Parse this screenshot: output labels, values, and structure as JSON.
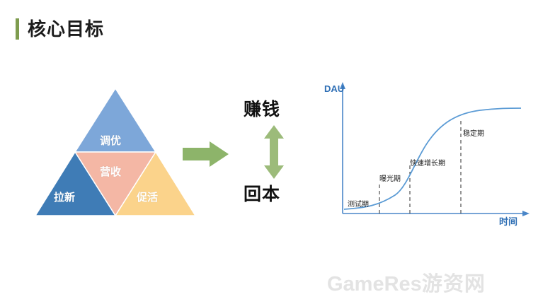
{
  "slide": {
    "title": "核心目标",
    "accent_color": "#7e9c4f"
  },
  "triangle": {
    "labels": {
      "top": "调优",
      "middle": "营收",
      "bottom_left": "拉新",
      "bottom_right": "促活"
    },
    "colors": {
      "top": "#7da7d9",
      "middle": "#f4b7a5",
      "bottom_left": "#3f7cb6",
      "bottom_right": "#fbd38b"
    }
  },
  "arrow_right": {
    "name": "green-right-arrow",
    "color": "#8db46a"
  },
  "goal": {
    "top_text": "赚钱",
    "bottom_text": "回本",
    "arrow_color": "#9cbb7a"
  },
  "chart_data": {
    "type": "line",
    "title": "",
    "xlabel": "时间",
    "ylabel": "DAU",
    "axis_color": "#4a86c8",
    "curve_color": "#5b9bd5",
    "phases": [
      {
        "label": "测试期",
        "start": 0.0,
        "end": 0.22
      },
      {
        "label": "曝光期",
        "start": 0.22,
        "end": 0.42
      },
      {
        "label": "快速增长期",
        "start": 0.42,
        "end": 0.7
      },
      {
        "label": "稳定期",
        "start": 0.7,
        "end": 1.0
      }
    ],
    "x": [
      0.0,
      0.1,
      0.2,
      0.28,
      0.36,
      0.44,
      0.5,
      0.56,
      0.62,
      0.7,
      0.78,
      0.86,
      1.0
    ],
    "y": [
      0.04,
      0.05,
      0.07,
      0.1,
      0.18,
      0.36,
      0.52,
      0.66,
      0.76,
      0.84,
      0.88,
      0.9,
      0.91
    ],
    "xlim": [
      0,
      1
    ],
    "ylim": [
      0,
      1
    ],
    "grid": false,
    "legend": "none"
  },
  "watermark": {
    "text_en": "GameRes",
    "text_cn": "游资网"
  }
}
